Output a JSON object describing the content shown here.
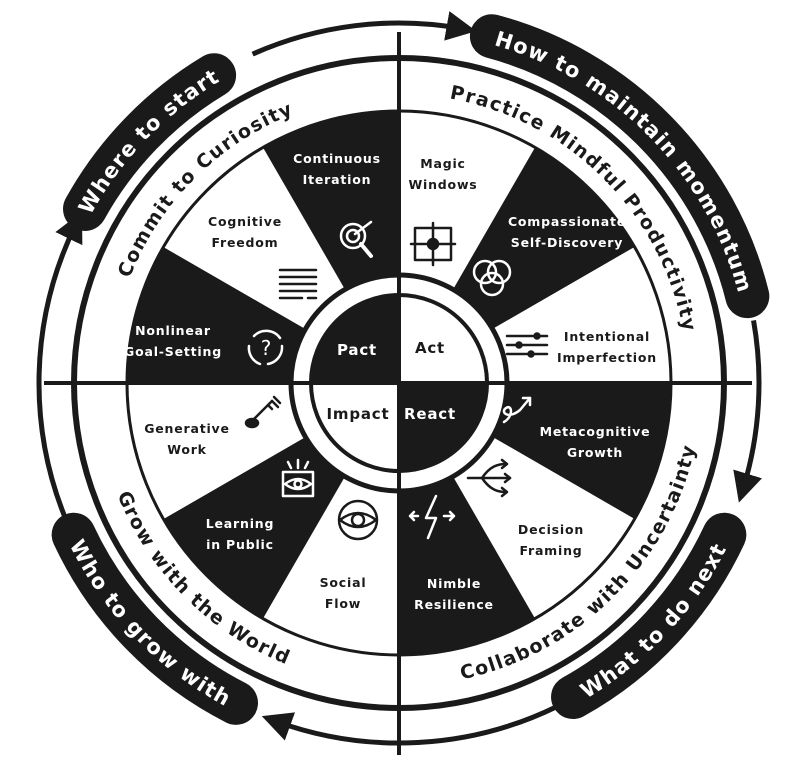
{
  "hub": {
    "pact": "Pact",
    "act": "Act",
    "react": "React",
    "impact": "Impact"
  },
  "wedges": [
    {
      "line1": "Magic",
      "line2": "Windows",
      "icon": "window-grid-icon"
    },
    {
      "line1": "Compassionate",
      "line2": "Self-Discovery",
      "icon": "venn-circles-icon"
    },
    {
      "line1": "Intentional",
      "line2": "Imperfection",
      "icon": "sliders-icon"
    },
    {
      "line1": "Metacognitive",
      "line2": "Growth",
      "icon": "loop-arrow-icon"
    },
    {
      "line1": "Decision",
      "line2": "Framing",
      "icon": "branching-arrows-icon"
    },
    {
      "line1": "Nimble",
      "line2": "Resilience",
      "icon": "lightning-arrows-icon"
    },
    {
      "line1": "Social",
      "line2": "Flow",
      "icon": "eye-question-icon"
    },
    {
      "line1": "Learning",
      "line2": "in Public",
      "icon": "eye-window-icon"
    },
    {
      "line1": "Generative",
      "line2": "Work",
      "icon": "key-icon"
    },
    {
      "line1": "Nonlinear",
      "line2": "Goal-Setting",
      "icon": "cycle-question-icon"
    },
    {
      "line1": "Cognitive",
      "line2": "Freedom",
      "icon": "text-lines-icon"
    },
    {
      "line1": "Continuous",
      "line2": "Iteration",
      "icon": "target-magnifier-icon"
    }
  ],
  "ring_labels": {
    "top_left": "Commit to Curiosity",
    "top_right": "Practice Mindful Productivity",
    "bottom_right": "Collaborate with Uncertainty",
    "bottom_left": "Grow with the World"
  },
  "pills": {
    "top_left": "Where to start",
    "top_right": "How to maintain momentum",
    "bottom_right": "What to do next",
    "bottom_left": "Who to grow with"
  },
  "colors": {
    "ink": "#1a1a1a",
    "paper": "#ffffff"
  }
}
